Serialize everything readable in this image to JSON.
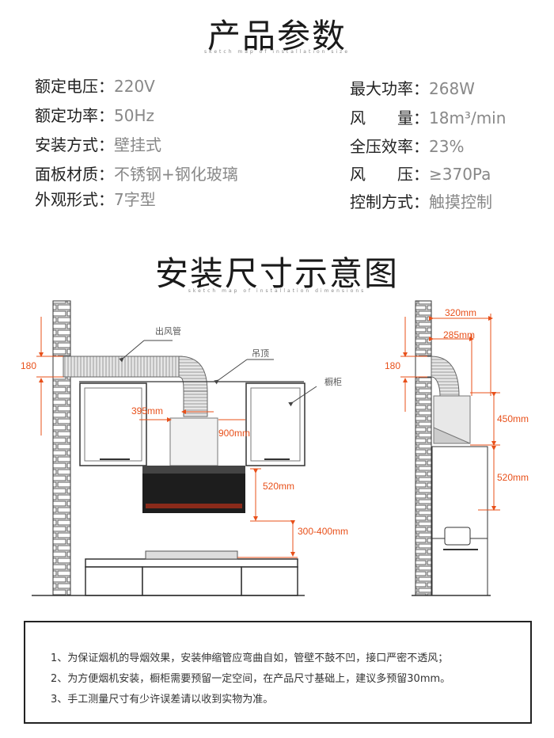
{
  "titles": {
    "params": "产品参数",
    "params_sub": "sketch map of installation size",
    "install": "安装尺寸示意图",
    "install_sub": "sketch map of installation dimensions"
  },
  "specs_left": [
    {
      "label": "额定电压：",
      "value": "220V"
    },
    {
      "label": "额定功率：",
      "value": "50Hz"
    },
    {
      "label": "安装方式：",
      "value": "壁挂式"
    },
    {
      "label": "面板材质：",
      "value": "不锈钢+钢化玻璃"
    },
    {
      "label": "外观形式：",
      "value": "7字型"
    }
  ],
  "specs_right": [
    {
      "label": "最大功率：",
      "value": "268W"
    },
    {
      "label": "风　　量：",
      "value": "18m³/min"
    },
    {
      "label": "全压效率：",
      "value": "23%"
    },
    {
      "label": "风　　压：",
      "value": "≥370Pa"
    },
    {
      "label": "控制方式：",
      "value": "触摸控制"
    }
  ],
  "diagram_front": {
    "labels": {
      "duct": "出风管",
      "ceiling": "吊顶",
      "cabinet": "橱柜"
    },
    "dims": {
      "height_180": "180",
      "width_395": "395mm",
      "width_900": "900mm",
      "height_520": "520mm",
      "gap_300_400": "300-400mm"
    }
  },
  "diagram_side": {
    "dims": {
      "height_180": "180",
      "depth_320": "320mm",
      "depth_285": "285mm",
      "height_450": "450mm",
      "height_520": "520mm"
    }
  },
  "notes": [
    "1、为保证烟机的导烟效果，安装伸缩管应弯曲自如，管壁不鼓不凹，接口严密不透风；",
    "2、为方便烟机安装，橱柜需要预留一定空间，在产品尺寸基础上，建议多预留30mm。",
    "3、手工测量尺寸有少许误差请以收到实物为准。"
  ],
  "colors": {
    "accent": "#e8501a",
    "line": "#333333"
  }
}
